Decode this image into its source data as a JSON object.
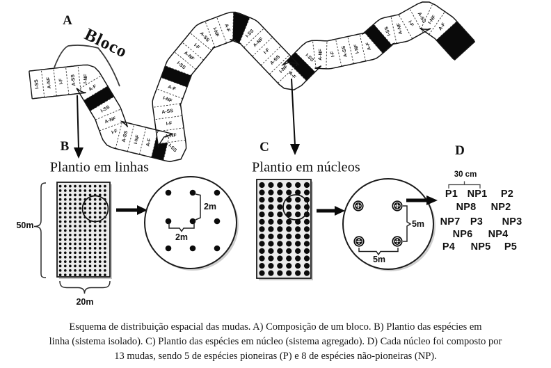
{
  "figure": {
    "panel_a": {
      "label": "A",
      "bloco_label": "Bloco",
      "block_cells": [
        "I-SS",
        "A-NF",
        "I-F",
        "A-SS",
        "I-NF",
        "A-F"
      ],
      "num_blocks": 7
    },
    "panel_b": {
      "label": "B",
      "title": "Plantio em linhas",
      "plot_height": "50m",
      "plot_width": "20m",
      "spacing_vertical": "2m",
      "spacing_horizontal": "2m",
      "grid_rows": 21,
      "grid_cols": 10
    },
    "panel_c": {
      "label": "C",
      "title": "Plantio em núcleos",
      "spacing_vertical": "5m",
      "spacing_horizontal": "5m",
      "grid_rows": 13,
      "grid_cols": 6,
      "nuclei_count": 4
    },
    "panel_d": {
      "label": "D",
      "spacing_label": "30 cm",
      "positions": [
        [
          "P1",
          "NP1",
          "P2"
        ],
        [
          "NP8",
          "NP2"
        ],
        [
          "NP7",
          "P3",
          "NP3"
        ],
        [
          "NP6",
          "NP4"
        ],
        [
          "P4",
          "NP5",
          "P5"
        ]
      ]
    },
    "caption_lines": [
      "Esquema de distribuição espacial das mudas. A) Composição de um bloco. B) Plantio das espécies em",
      "linha (sistema isolado). C) Plantio das espécies em núcleo (sistema agregado). D) Cada núcleo foi composto por",
      "13 mudas, sendo 5 de espécies pioneiras (P) e 8 de espécies não-pioneiras (NP)."
    ]
  },
  "colors": {
    "ink": "#111111",
    "cell_black": "#0a0a0a",
    "plot_fill": "#ececec",
    "shadow": "#c8c8c8"
  }
}
